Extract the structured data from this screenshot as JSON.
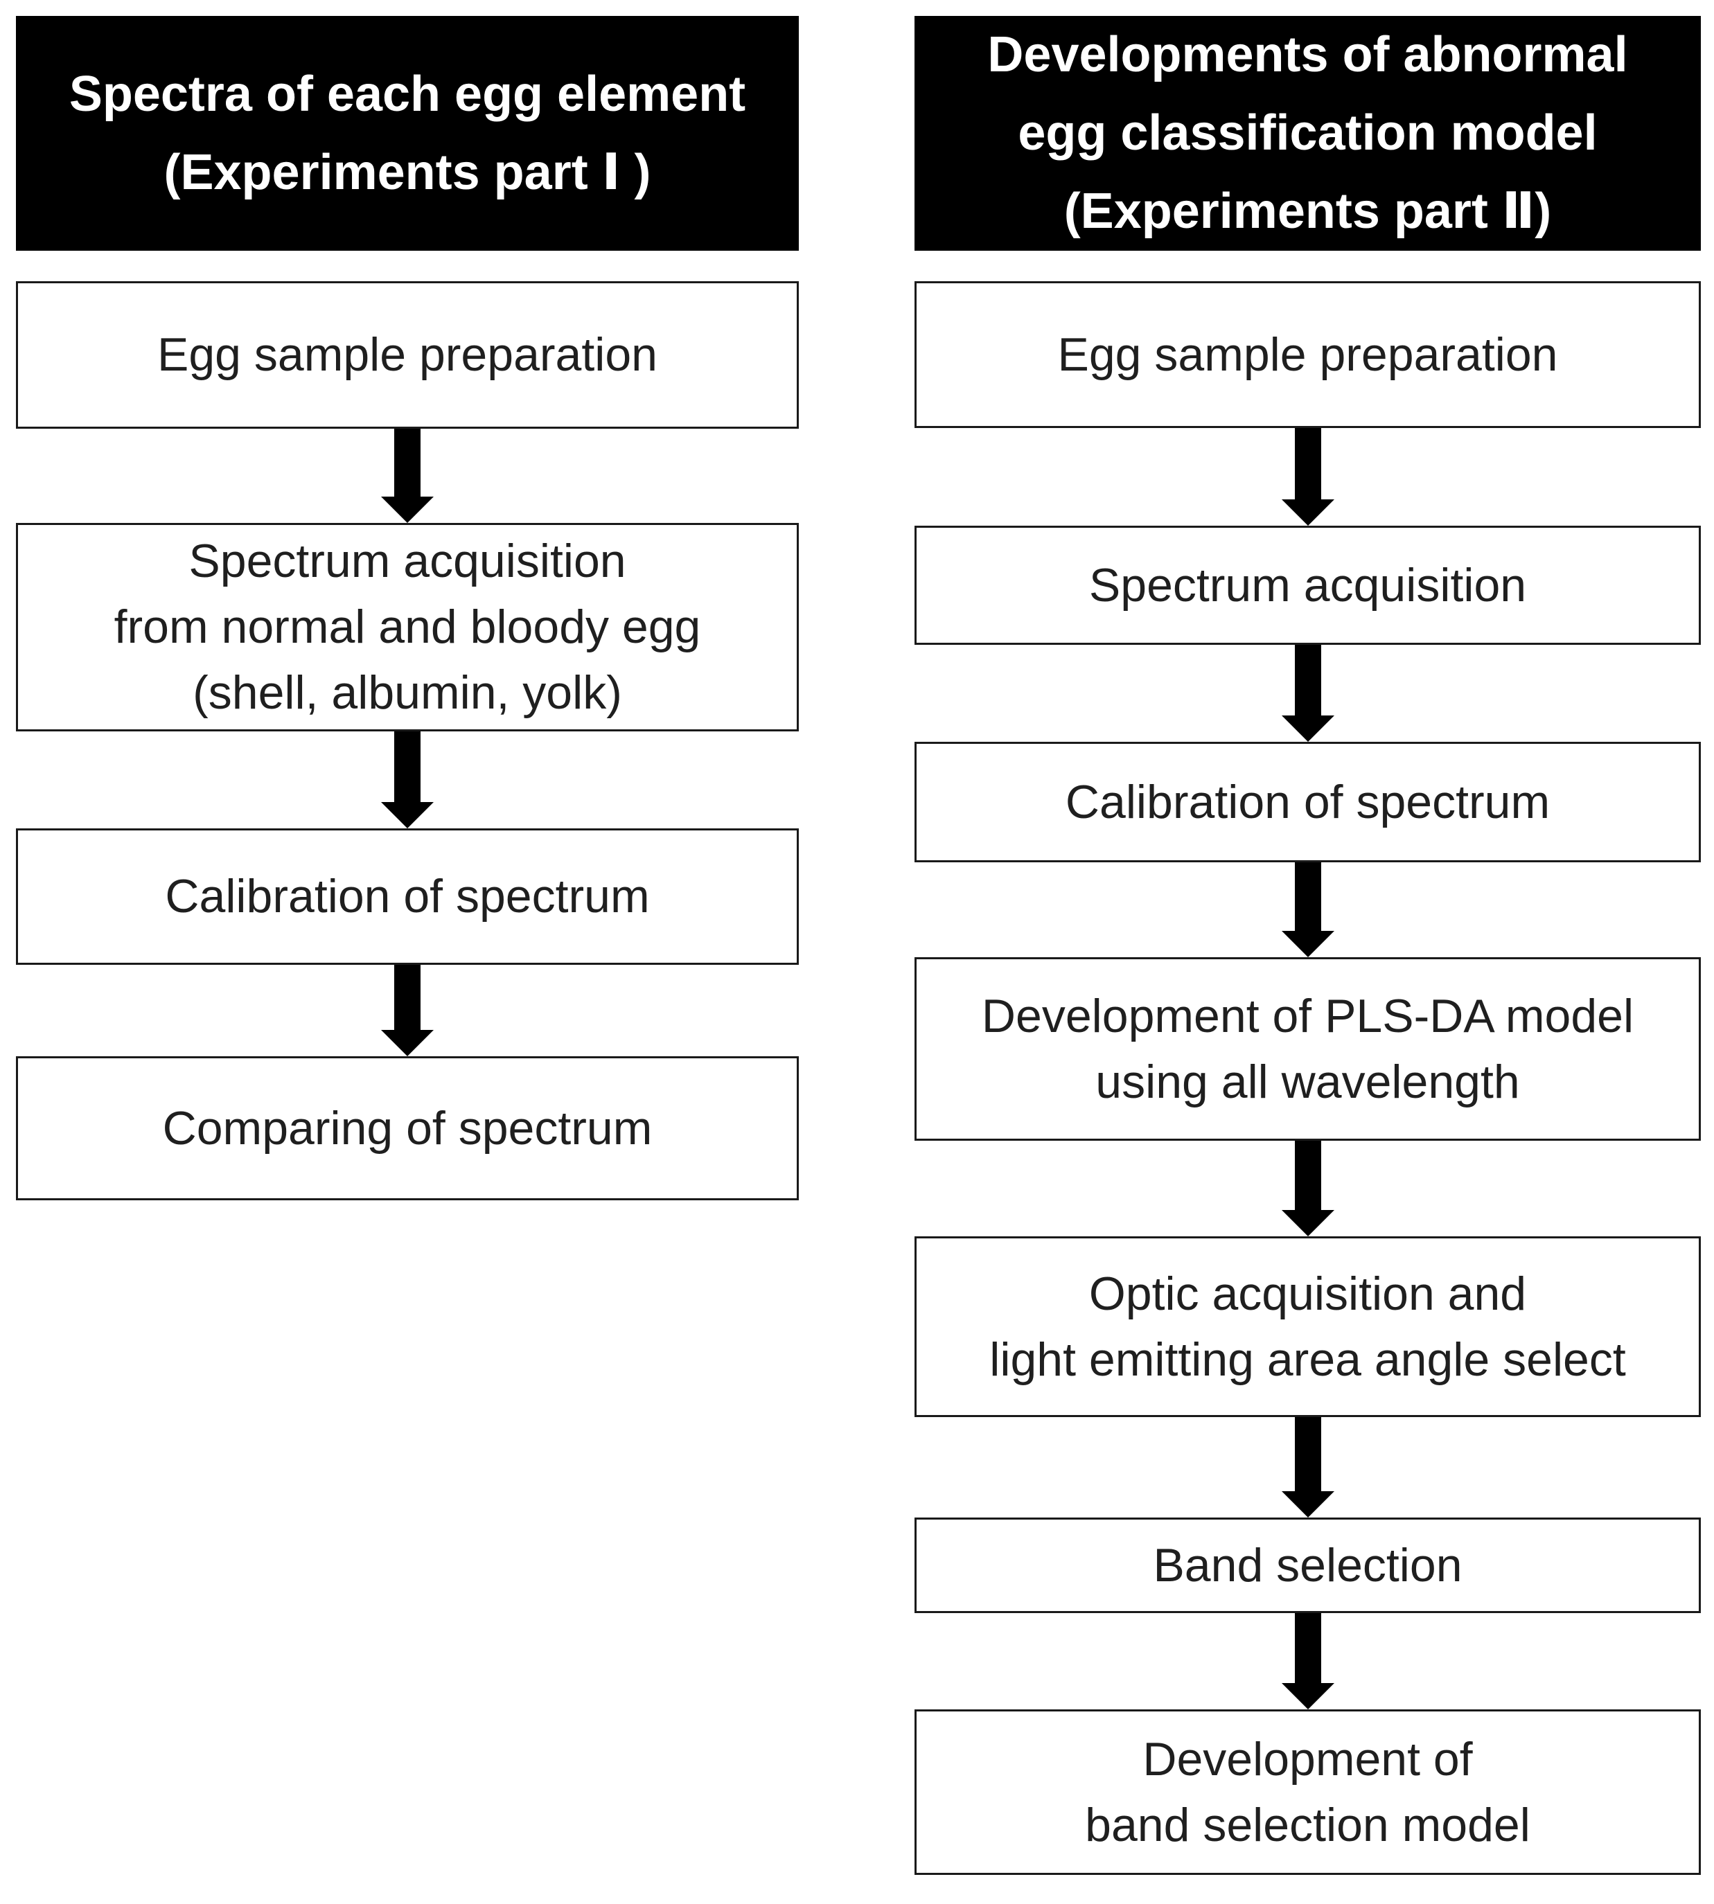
{
  "left_column": {
    "header": "Spectra of each egg element\n(Experiments part Ⅰ )",
    "steps": [
      "Egg sample preparation",
      "Spectrum acquisition\nfrom normal and bloody egg\n(shell, albumin, yolk)",
      "Calibration of spectrum",
      "Comparing of spectrum"
    ]
  },
  "right_column": {
    "header": "Developments of abnormal\negg classification model\n(Experiments part Ⅱ)",
    "steps": [
      "Egg sample preparation",
      "Spectrum acquisition",
      "Calibration of spectrum",
      "Development of PLS-DA model\nusing all wavelength",
      "Optic acquisition and\nlight emitting area angle select",
      "Band selection",
      "Development of\nband selection model"
    ]
  },
  "colors": {
    "header_bg": "#000000",
    "header_text": "#ffffff",
    "box_bg": "#ffffff",
    "box_border": "#1a1a1a",
    "box_text": "#1f1f1f",
    "arrow": "#000000",
    "page_bg": "#ffffff"
  }
}
